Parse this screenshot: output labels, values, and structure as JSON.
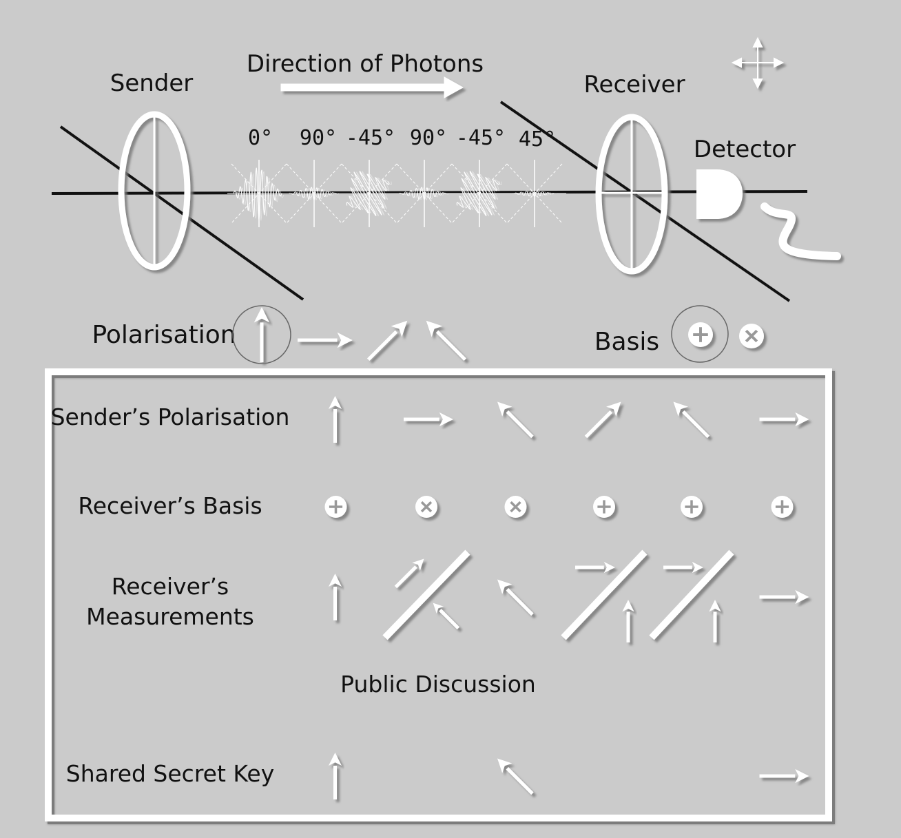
{
  "header": {
    "sender": "Sender",
    "direction": "Direction of Photons",
    "receiver": "Receiver",
    "detector": "Detector"
  },
  "photon_angles": [
    "0°",
    "90°",
    "-45°",
    "90°",
    "-45°",
    "45°"
  ],
  "legend": {
    "polarisation": "Polarisation",
    "basis": "Basis",
    "polarisation_icons": [
      "up-arrow-icon",
      "right-arrow-icon",
      "up-right-arrow-icon",
      "up-left-arrow-icon"
    ],
    "basis_icons": [
      "rectilinear-basis-icon",
      "diagonal-basis-icon"
    ]
  },
  "table": {
    "rows": [
      {
        "label": "Sender’s Polarisation",
        "cells": [
          [
            "up"
          ],
          [
            "right"
          ],
          [
            "upleft"
          ],
          [
            "upright"
          ],
          [
            "upleft"
          ],
          [
            "right"
          ]
        ]
      },
      {
        "label": "Receiver’s Basis",
        "cells": [
          [
            "plus"
          ],
          [
            "cross"
          ],
          [
            "cross"
          ],
          [
            "plus"
          ],
          [
            "plus"
          ],
          [
            "plus"
          ]
        ]
      },
      {
        "label_lines": [
          "Receiver’s",
          "Measurements"
        ],
        "cells": [
          [
            "up"
          ],
          [
            "upright",
            "upleft"
          ],
          [
            "upleft"
          ],
          [
            "right",
            "up"
          ],
          [
            "right",
            "up"
          ],
          [
            "right"
          ]
        ]
      },
      {
        "label": "Public Discussion"
      },
      {
        "label": "Shared Secret Key",
        "cells": [
          [
            "up"
          ],
          [],
          [
            "upleft"
          ],
          [],
          [],
          [
            "right"
          ]
        ]
      }
    ]
  },
  "colors": {
    "background": "#cbcbcb",
    "ink": "#111111",
    "white": "#ffffff",
    "shadow": "#808080"
  }
}
